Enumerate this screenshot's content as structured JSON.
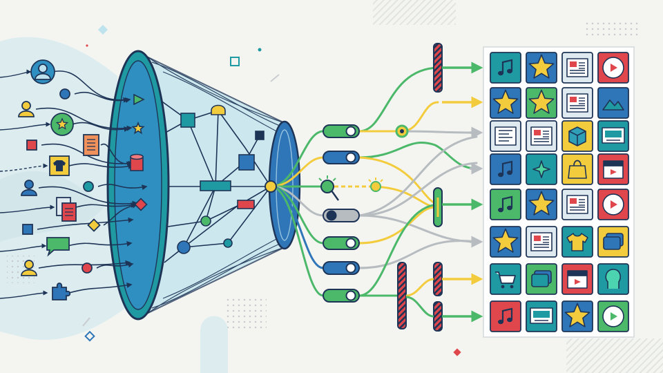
{
  "palette": {
    "navy": "#1e3456",
    "blue": "#2f76b8",
    "teal": "#1f9aa2",
    "green": "#4cb86a",
    "yellow": "#f3cc3e",
    "red": "#e0474c",
    "gray": "#b7bcc0",
    "funnel_fill": "#bfe3ee",
    "background": "#f4f5f1",
    "backdrop_blob": "#dcecef"
  },
  "sources": [
    {
      "kind": "user",
      "color": "#2f76b8",
      "icon": "user-icon"
    },
    {
      "kind": "node",
      "color": "#2f76b8",
      "icon": "dot-icon"
    },
    {
      "kind": "user",
      "color": "#f3cc3e",
      "icon": "user-icon"
    },
    {
      "kind": "badge",
      "color": "#4cb86a",
      "icon": "star-icon"
    },
    {
      "kind": "node",
      "color": "#e0474c",
      "icon": "square-icon"
    },
    {
      "kind": "document",
      "color": "#f0905a",
      "icon": "document-icon"
    },
    {
      "kind": "shirt",
      "color": "#f3cc3e",
      "icon": "shirt-icon"
    },
    {
      "kind": "node",
      "color": "#1f9aa2",
      "icon": "dot-icon"
    },
    {
      "kind": "user",
      "color": "#2f76b8",
      "icon": "user-icon"
    },
    {
      "kind": "documents",
      "color": "#e0474c",
      "icon": "documents-icon"
    },
    {
      "kind": "node",
      "color": "#2f76b8",
      "icon": "square-icon"
    },
    {
      "kind": "node",
      "color": "#f3cc3e",
      "icon": "diamond-icon"
    },
    {
      "kind": "chat",
      "color": "#4cb86a",
      "icon": "chat-icon"
    },
    {
      "kind": "user",
      "color": "#f3cc3e",
      "icon": "user-icon"
    },
    {
      "kind": "node",
      "color": "#e0474c",
      "icon": "dot-icon"
    },
    {
      "kind": "puzzle",
      "color": "#2f76b8",
      "icon": "puzzle-icon"
    }
  ],
  "funnel_inlets": [
    {
      "shape": "triangle",
      "color": "#4cb86a"
    },
    {
      "shape": "star",
      "color": "#f3cc3e"
    },
    {
      "shape": "cylinder",
      "color": "#e0474c"
    },
    {
      "shape": "diamond",
      "color": "#e0474c"
    }
  ],
  "switches": [
    {
      "state": "on",
      "color": "#4cb86a",
      "line_color": "#f3cc3e"
    },
    {
      "state": "on",
      "color": "#2f76b8",
      "line_color": "#4cb86a"
    },
    {
      "state": "bulb",
      "color": "#4cb86a",
      "line_color": "#f3cc3e"
    },
    {
      "state": "off",
      "color": "#b7bcc0",
      "line_color": "#b7bcc0"
    },
    {
      "state": "on",
      "color": "#4cb86a",
      "line_color": "#f3cc3e"
    },
    {
      "state": "on",
      "color": "#2f76b8",
      "line_color": "#b7bcc0"
    },
    {
      "state": "on",
      "color": "#4cb86a",
      "line_color": "#4cb86a"
    }
  ],
  "filter_gates": [
    {
      "style": "striped",
      "color": "#e0474c"
    },
    {
      "style": "open",
      "color": "#4cb86a"
    },
    {
      "style": "striped",
      "color": "#e0474c"
    },
    {
      "style": "striped",
      "color": "#e0474c"
    },
    {
      "style": "striped",
      "color": "#e0474c"
    }
  ],
  "arrows": [
    {
      "color": "#4cb86a"
    },
    {
      "color": "#f3cc3e"
    },
    {
      "color": "#b7bcc0"
    },
    {
      "color": "#b7bcc0"
    },
    {
      "color": "#4cb86a"
    },
    {
      "color": "#b7bcc0"
    },
    {
      "color": "#f3cc3e"
    },
    {
      "color": "#4cb86a"
    }
  ],
  "content_grid": [
    [
      {
        "icon": "music-icon",
        "bg": "#1f9aa2"
      },
      {
        "icon": "star-icon",
        "bg": "#2f76b8"
      },
      {
        "icon": "article-icon",
        "bg": "#dfe9f0"
      },
      {
        "icon": "play-icon",
        "bg": "#e0474c"
      }
    ],
    [
      {
        "icon": "star-icon",
        "bg": "#2f76b8"
      },
      {
        "icon": "star-icon",
        "bg": "#4cb86a"
      },
      {
        "icon": "article-icon",
        "bg": "#dfe9f0"
      },
      {
        "icon": "image-icon",
        "bg": "#2f76b8"
      }
    ],
    [
      {
        "icon": "list-icon",
        "bg": "#dfe9f0"
      },
      {
        "icon": "article-icon",
        "bg": "#dfe9f0"
      },
      {
        "icon": "box-icon",
        "bg": "#f3cc3e"
      },
      {
        "icon": "screen-icon",
        "bg": "#1f9aa2"
      }
    ],
    [
      {
        "icon": "music-icon",
        "bg": "#2f76b8"
      },
      {
        "icon": "sparkle-icon",
        "bg": "#1f9aa2"
      },
      {
        "icon": "bag-icon",
        "bg": "#f3cc3e"
      },
      {
        "icon": "clapper-icon",
        "bg": "#e0474c"
      }
    ],
    [
      {
        "icon": "music-icon",
        "bg": "#4cb86a"
      },
      {
        "icon": "star-icon",
        "bg": "#2f76b8"
      },
      {
        "icon": "article-icon",
        "bg": "#dfe9f0"
      },
      {
        "icon": "play-icon",
        "bg": "#e0474c"
      }
    ],
    [
      {
        "icon": "star-icon",
        "bg": "#2f76b8"
      },
      {
        "icon": "article-icon",
        "bg": "#dfe9f0"
      },
      {
        "icon": "shirt-icon",
        "bg": "#1f9aa2"
      },
      {
        "icon": "cards-icon",
        "bg": "#f3cc3e"
      }
    ],
    [
      {
        "icon": "cart-icon",
        "bg": "#1f9aa2"
      },
      {
        "icon": "cards-icon",
        "bg": "#4cb86a"
      },
      {
        "icon": "clapper-icon",
        "bg": "#e0474c"
      },
      {
        "icon": "head-icon",
        "bg": "#1f9aa2"
      }
    ],
    [
      {
        "icon": "music-icon",
        "bg": "#e0474c"
      },
      {
        "icon": "screen-icon",
        "bg": "#1f9aa2"
      },
      {
        "icon": "star-icon",
        "bg": "#2f76b8"
      },
      {
        "icon": "play-icon",
        "bg": "#4cb86a"
      }
    ]
  ]
}
